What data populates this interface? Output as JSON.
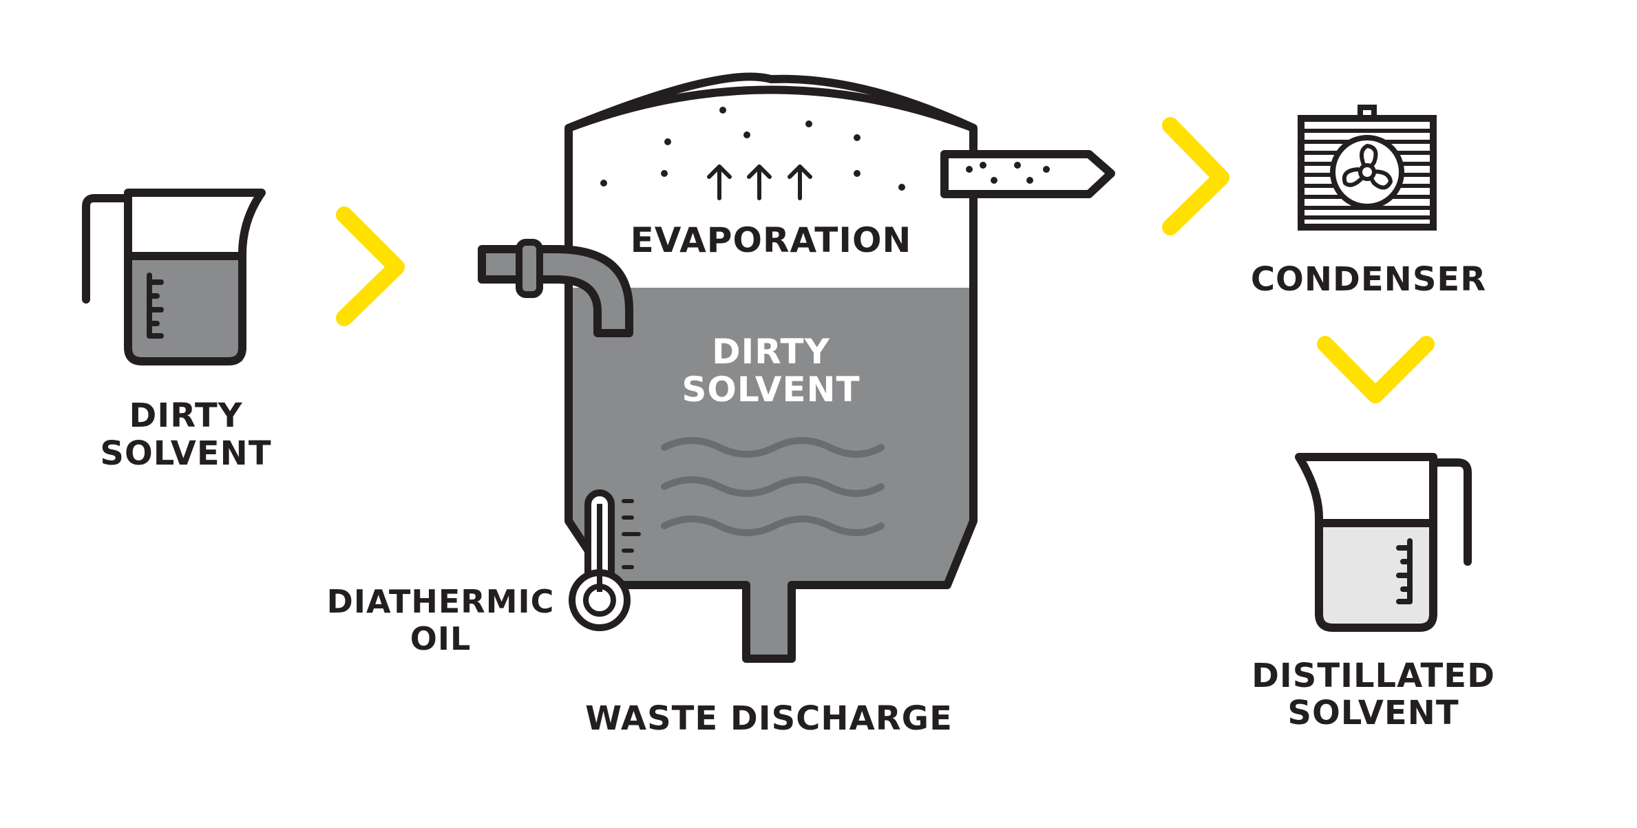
{
  "labels": {
    "input_line1": "DIRTY",
    "input_line2": "SOLVENT",
    "evaporation": "EVAPORATION",
    "tank_line1": "DIRTY",
    "tank_line2": "SOLVENT",
    "oil_line1": "DIATHERMIC",
    "oil_line2": "OIL",
    "waste": "WASTE DISCHARGE",
    "condenser": "CONDENSER",
    "output_line1": "DISTILLATED",
    "output_line2": "SOLVENT"
  },
  "icons": {
    "input_jug": "measuring-jug-icon",
    "tank": "distillation-tank-icon",
    "thermometer": "thermometer-icon",
    "condenser": "radiator-fan-icon",
    "output_jug": "measuring-jug-icon",
    "arrows": "chevron-icon"
  },
  "colors": {
    "stroke": "#231f20",
    "dirty_fill": "#8a8b8d",
    "wave": "#6b6c6e",
    "clean_fill": "#e6e6e6",
    "accent": "#ffe000",
    "tank_text": "#ffffff"
  }
}
